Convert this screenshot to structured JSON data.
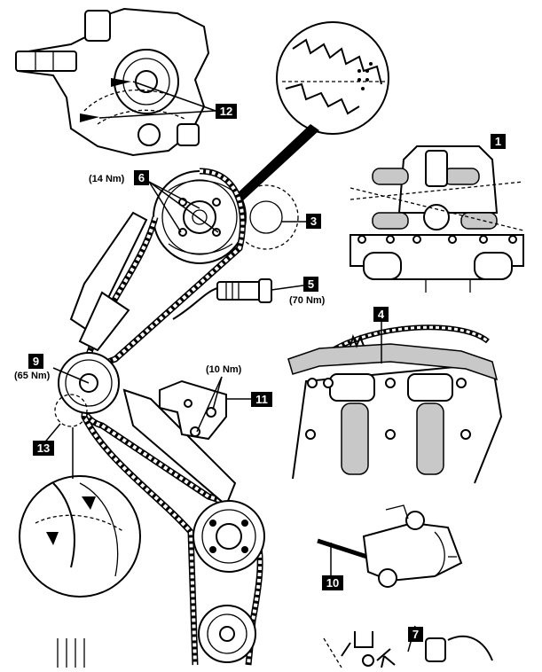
{
  "callouts": {
    "c1": "1",
    "c3": "3",
    "c4": "4",
    "c5": "5",
    "c6": "6",
    "c7": "7",
    "c9": "9",
    "c10": "10",
    "c11": "11",
    "c12": "12",
    "c13": "13"
  },
  "torques": {
    "t6": "(14 Nm)",
    "t5": "(70 Nm)",
    "t9": "(65 Nm)",
    "t11": "(10 Nm)"
  },
  "colors": {
    "line": "#000000",
    "callout_bg": "#000000",
    "callout_text": "#ffffff",
    "guide_rail": "#c8c8c8"
  }
}
